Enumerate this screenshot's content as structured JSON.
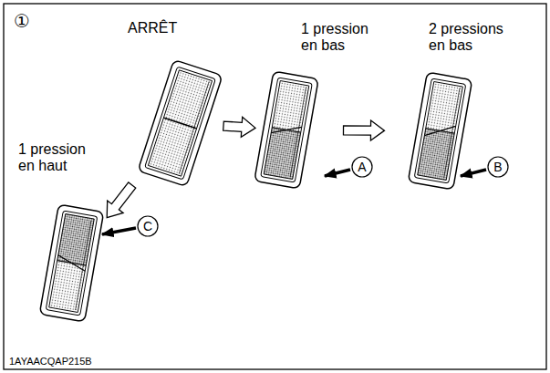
{
  "diagram": {
    "nodes": [
      {
        "text": [
          "ARRÊT"
        ]
      },
      {
        "text": [
          "1 pression en bas"
        ]
      },
      {
        "text": [
          "2 pressions en bas"
        ]
      },
      {
        "text": [
          "1 pression en haut"
        ]
      }
    ],
    "edges": [
      {
        "from": 0,
        "to": 1,
        "arrow": "to"
      },
      {
        "from": 1,
        "to": 2,
        "arrow": "to"
      },
      {
        "from": 0,
        "to": 3,
        "arrow": "to"
      }
    ],
    "labels": [
      "①",
      "A",
      "B",
      "C",
      "1AYAACQAP215B"
    ]
  }
}
